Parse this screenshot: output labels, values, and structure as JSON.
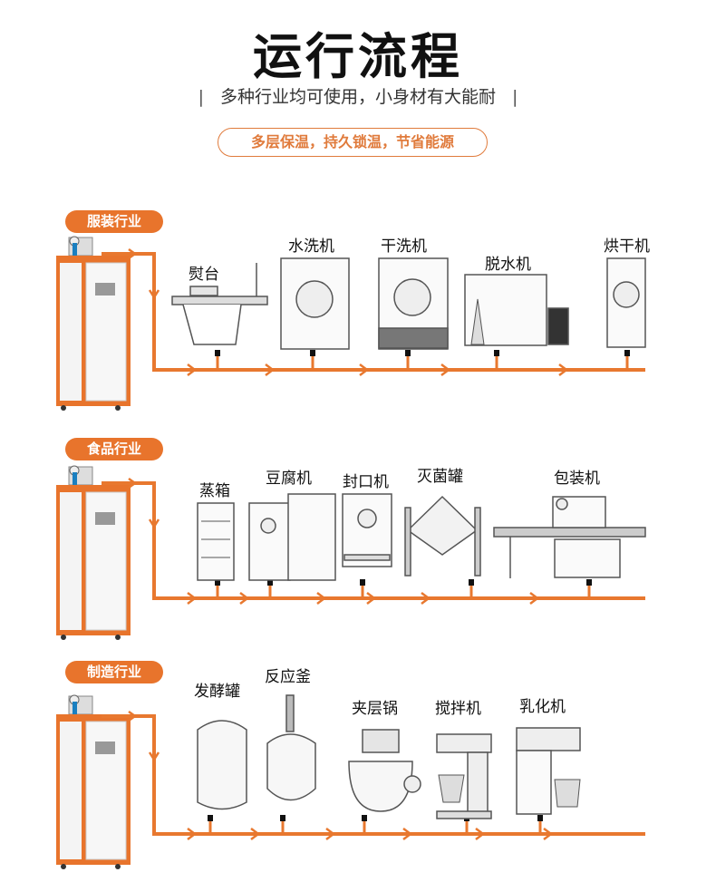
{
  "header": {
    "title": "运行流程",
    "subtitle_bar": "|",
    "subtitle": "多种行业均可使用，小身材有大能耐",
    "pill": "多层保温，持久锁温，节省能源"
  },
  "colors": {
    "pipe": "#e8782f",
    "badge": "#e8742c",
    "machine_outline": "#555555"
  },
  "sections": [
    {
      "badge": "服装行业",
      "machines": [
        "熨台",
        "水洗机",
        "干洗机",
        "脱水机",
        "烘干机"
      ]
    },
    {
      "badge": "食品行业",
      "machines": [
        "蒸箱",
        "豆腐机",
        "封口机",
        "灭菌罐",
        "包装机"
      ]
    },
    {
      "badge": "制造行业",
      "machines": [
        "发酵罐",
        "反应釜",
        "夹层锅",
        "搅拌机",
        "乳化机"
      ]
    }
  ]
}
